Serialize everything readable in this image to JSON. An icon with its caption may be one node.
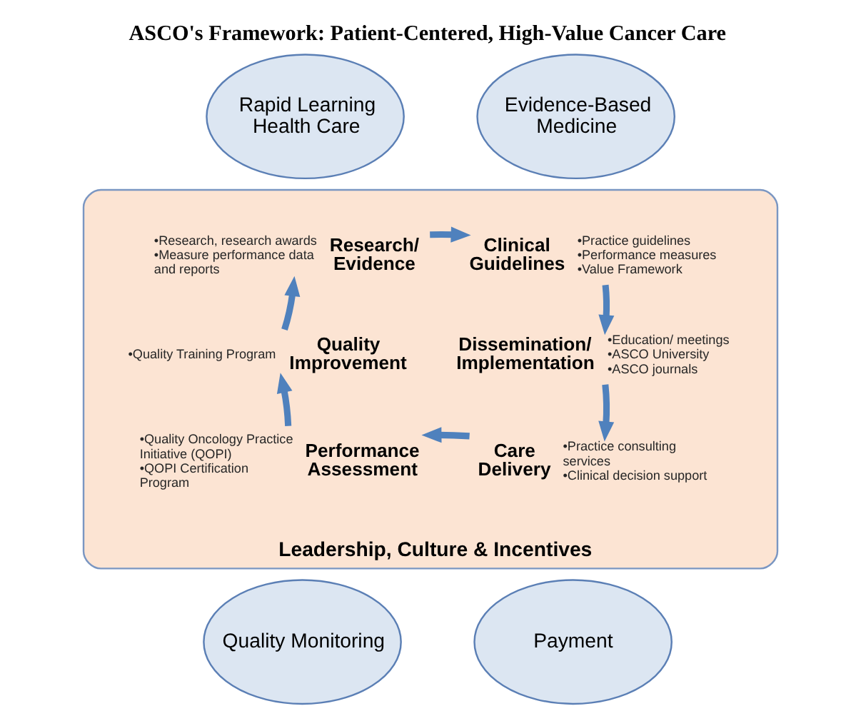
{
  "diagram": {
    "title": "ASCO's Framework: Patient-Centered, High-Value Cancer Care",
    "nodes": [
      {
        "text": [
          "Rapid Learning Health Care"
        ]
      },
      {
        "text": [
          "Evidence-Based Medicine"
        ]
      },
      {
        "text": [
          "Leadership, Culture & Incentives"
        ]
      },
      {
        "text": [
          "Research/ Evidence"
        ],
        "in": 2,
        "beside": [
          "•Research, research awards",
          "•Measure performance data and reports"
        ]
      },
      {
        "text": [
          "Clinical Guidelines"
        ],
        "in": 2,
        "beside": [
          "•Practice guidelines",
          "•Performance measures",
          "•Value Framework"
        ]
      },
      {
        "text": [
          "Dissemination/ Implementation"
        ],
        "in": 2,
        "beside": [
          "•Education/ meetings",
          "•ASCO University",
          "•ASCO journals"
        ]
      },
      {
        "text": [
          "Care Delivery"
        ],
        "in": 2,
        "beside": [
          "•Practice consulting services",
          "•Clinical decision support"
        ]
      },
      {
        "text": [
          "Performance Assessment"
        ],
        "in": 2,
        "beside": [
          "•Quality Oncology Practice Initiative (QOPI)",
          "•QOPI Certification Program"
        ]
      },
      {
        "text": [
          "Quality Improvement"
        ],
        "in": 2,
        "beside": [
          "•Quality Training Program"
        ]
      },
      {
        "text": [
          "Quality Monitoring"
        ]
      },
      {
        "text": [
          "Payment"
        ]
      }
    ],
    "edges": [
      {
        "from": 3,
        "to": 4,
        "arrow": "to"
      },
      {
        "from": 4,
        "to": 5,
        "arrow": "to"
      },
      {
        "from": 5,
        "to": 6,
        "arrow": "to"
      },
      {
        "from": 6,
        "to": 7,
        "arrow": "to"
      },
      {
        "from": 7,
        "to": 8,
        "arrow": "to"
      },
      {
        "from": 8,
        "to": 3,
        "arrow": "to"
      }
    ]
  }
}
